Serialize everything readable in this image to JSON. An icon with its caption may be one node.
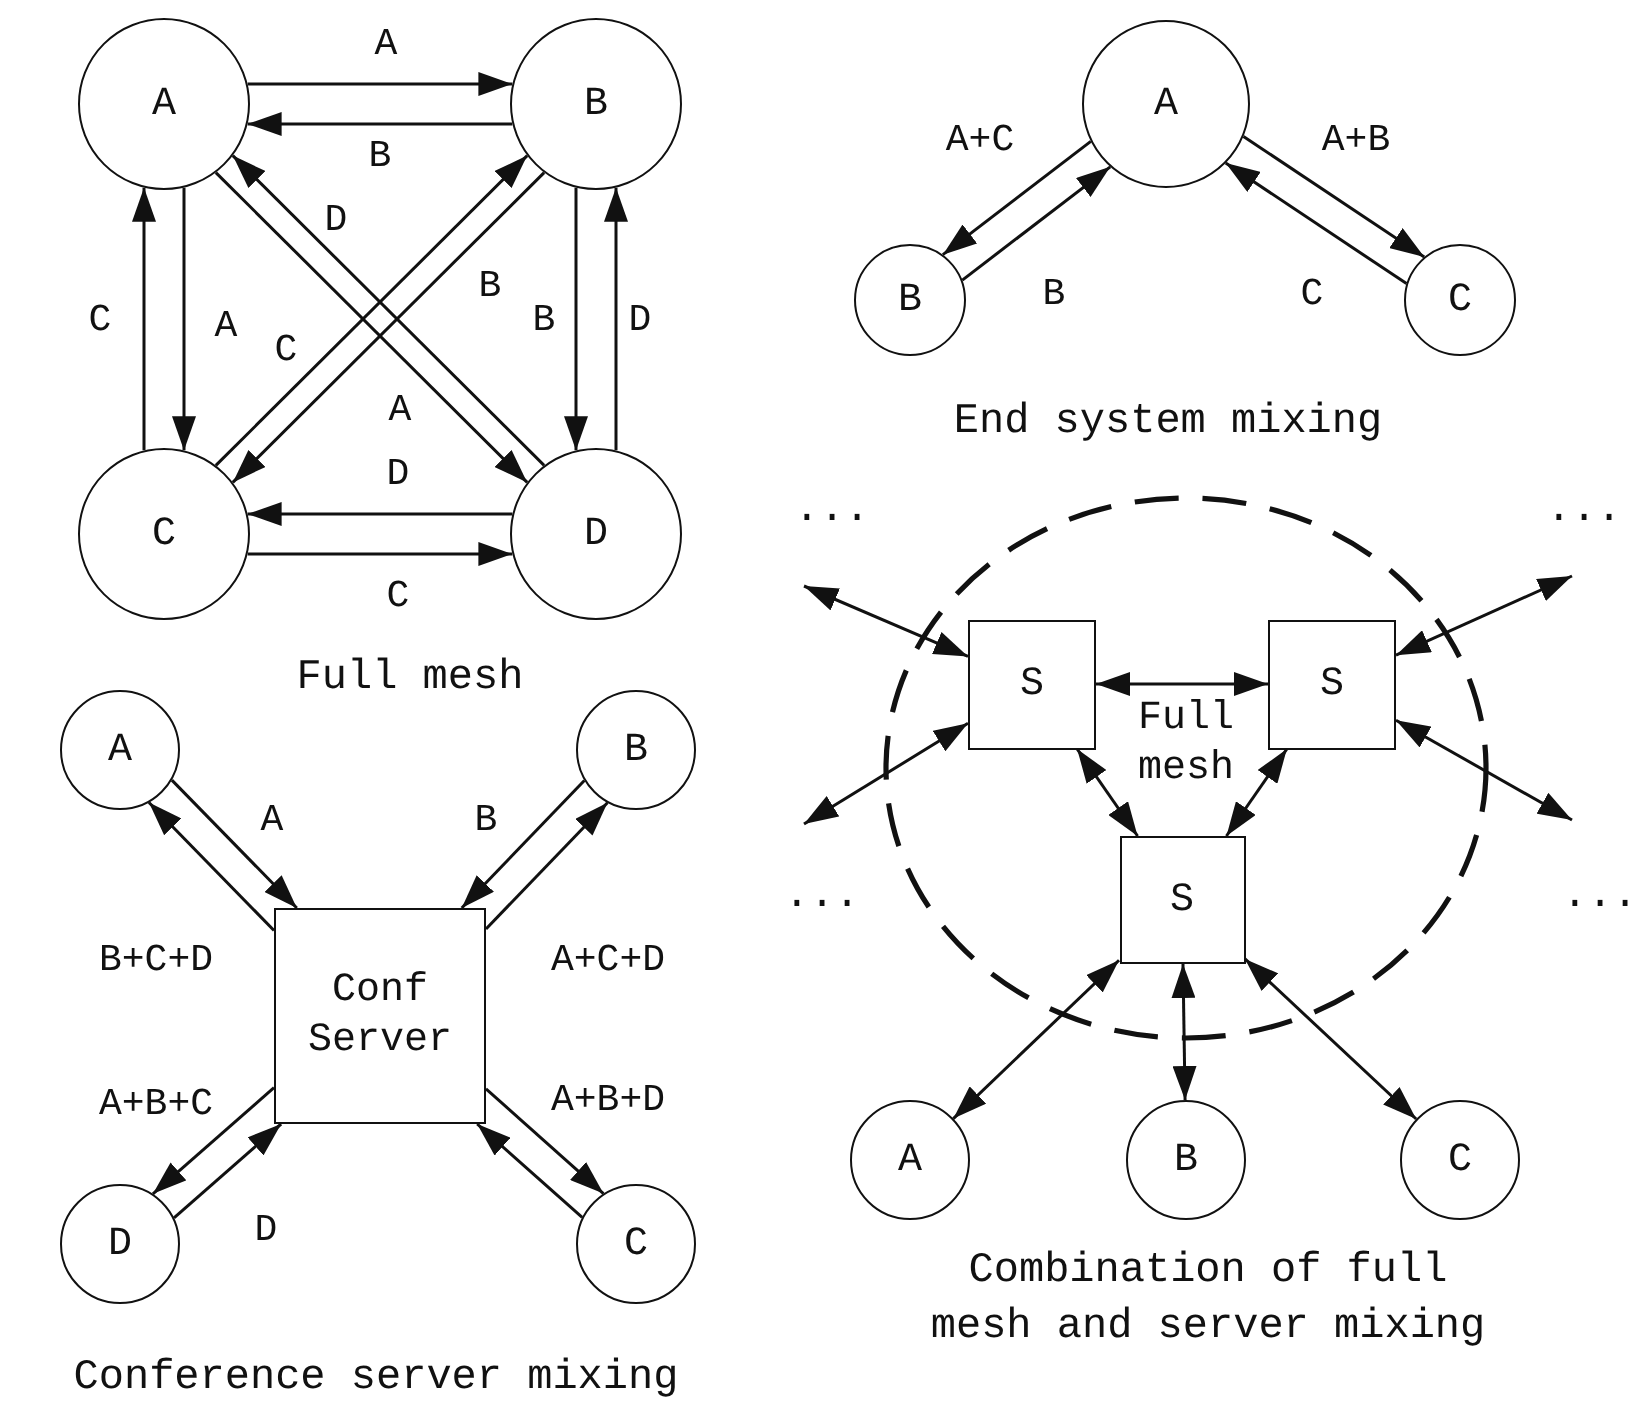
{
  "diagram": {
    "nodes": [
      {
        "text": [
          "A"
        ]
      },
      {
        "text": [
          "B"
        ]
      },
      {
        "text": [
          "C"
        ]
      },
      {
        "text": [
          "D"
        ]
      },
      {
        "text": [
          "A"
        ]
      },
      {
        "text": [
          "B"
        ]
      },
      {
        "text": [
          "C"
        ]
      },
      {
        "text": [
          "Full mesh"
        ]
      },
      {
        "text": [
          "S"
        ],
        "in": 7
      },
      {
        "text": [
          "S"
        ],
        "in": 7
      },
      {
        "text": [
          "S"
        ],
        "in": 7
      },
      {
        "text": [
          "A"
        ]
      },
      {
        "text": [
          "B"
        ]
      },
      {
        "text": [
          "Conf Server"
        ]
      },
      {
        "text": [
          "D"
        ]
      },
      {
        "text": [
          "C"
        ]
      },
      {
        "text": [
          "A"
        ]
      },
      {
        "text": [
          "B"
        ]
      },
      {
        "text": [
          "C"
        ]
      }
    ],
    "edges": [
      {
        "from": 0,
        "to": 1,
        "arrow": "to",
        "label": "A"
      },
      {
        "from": 1,
        "to": 0,
        "arrow": "to",
        "label": "B"
      },
      {
        "from": 0,
        "to": 2,
        "arrow": "to",
        "label": "A"
      },
      {
        "from": 2,
        "to": 0,
        "arrow": "to",
        "label": "C"
      },
      {
        "from": 1,
        "to": 3,
        "arrow": "to",
        "label": "B"
      },
      {
        "from": 3,
        "to": 1,
        "arrow": "to",
        "label": "D"
      },
      {
        "from": 3,
        "to": 2,
        "arrow": "to",
        "label": "D"
      },
      {
        "from": 2,
        "to": 3,
        "arrow": "to",
        "label": "C"
      },
      {
        "from": 0,
        "to": 3,
        "arrow": "to",
        "label": "A"
      },
      {
        "from": 3,
        "to": 0,
        "arrow": "to",
        "label": "D"
      },
      {
        "from": 1,
        "to": 2,
        "arrow": "to",
        "label": "B"
      },
      {
        "from": 2,
        "to": 1,
        "arrow": "to",
        "label": "C"
      },
      {
        "from": 4,
        "to": 5,
        "arrow": "to",
        "label": "A+C"
      },
      {
        "from": 5,
        "to": 4,
        "arrow": "to",
        "label": "B"
      },
      {
        "from": 4,
        "to": 6,
        "arrow": "to",
        "label": "A+B"
      },
      {
        "from": 6,
        "to": 4,
        "arrow": "to",
        "label": "C"
      },
      {
        "from": 11,
        "to": 13,
        "arrow": "to",
        "label": "A"
      },
      {
        "from": 13,
        "to": 11,
        "arrow": "to",
        "label": "B+C+D"
      },
      {
        "from": 12,
        "to": 13,
        "arrow": "to",
        "label": "B"
      },
      {
        "from": 13,
        "to": 12,
        "arrow": "to",
        "label": "A+C+D"
      },
      {
        "from": 13,
        "to": 14,
        "arrow": "to",
        "label": "A+B+C"
      },
      {
        "from": 14,
        "to": 13,
        "arrow": "to",
        "label": "D"
      },
      {
        "from": 13,
        "to": 15,
        "arrow": "to",
        "label": "A+B+D"
      },
      {
        "from": 15,
        "to": 13,
        "arrow": "to"
      },
      {
        "from": 8,
        "to": 9,
        "arrow": "both"
      },
      {
        "from": 8,
        "to": 10,
        "arrow": "both"
      },
      {
        "from": 9,
        "to": 10,
        "arrow": "both"
      },
      {
        "from": 10,
        "to": 16,
        "arrow": "both"
      },
      {
        "from": 10,
        "to": 17,
        "arrow": "both"
      },
      {
        "from": 10,
        "to": 18,
        "arrow": "both"
      },
      {
        "from": 8,
        "to": null,
        "arrow": "both"
      },
      {
        "from": 8,
        "to": null,
        "arrow": "both"
      },
      {
        "from": 9,
        "to": null,
        "arrow": "both"
      },
      {
        "from": 9,
        "to": null,
        "arrow": "both"
      }
    ],
    "labels": [
      "End system mixing",
      "...",
      "...",
      "Full mesh",
      "...",
      "...",
      "Combination of full mesh and server mixing",
      "Conference server mixing"
    ]
  }
}
